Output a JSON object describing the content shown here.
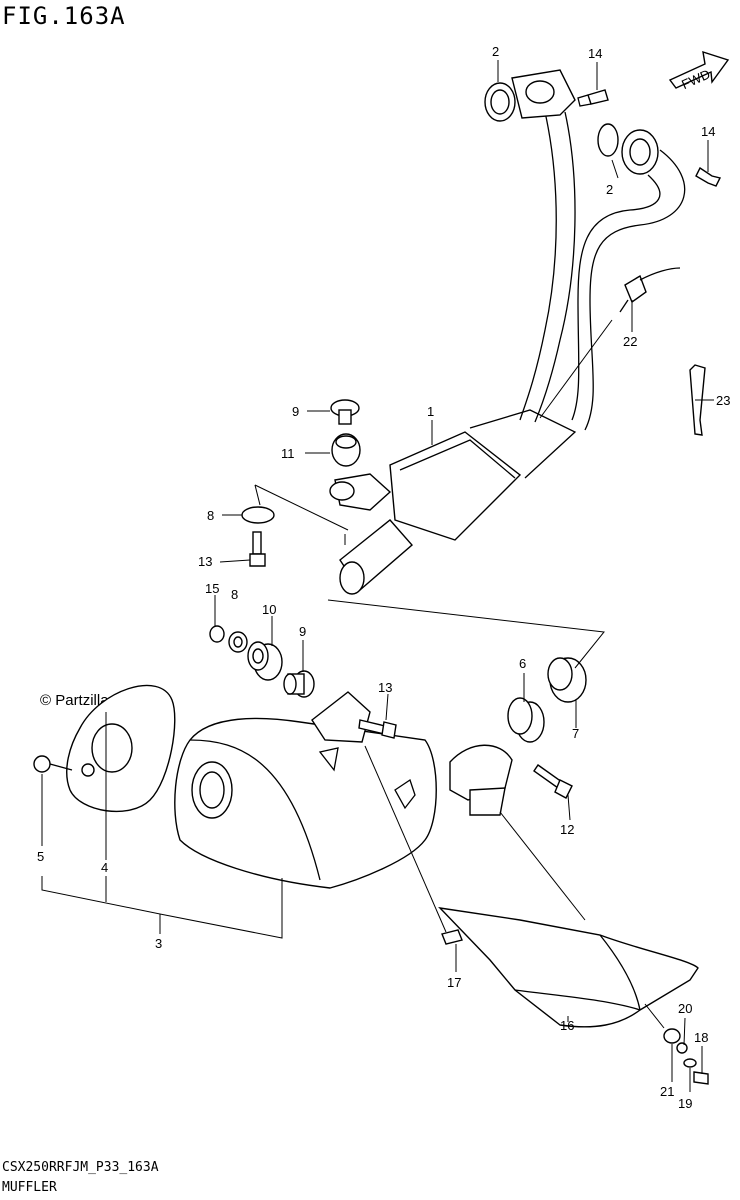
{
  "figure_title": "FIG.163A",
  "watermark": "© Partzilla.com",
  "direction_label": "FWD",
  "footer": {
    "code": "CSX250RRFJM_P33_163A",
    "name": "MUFFLER"
  },
  "callouts": {
    "c1": "1",
    "c2a": "2",
    "c2b": "2",
    "c3": "3",
    "c4": "4",
    "c5": "5",
    "c6": "6",
    "c7": "7",
    "c8a": "8",
    "c8b": "8",
    "c9a": "9",
    "c9b": "9",
    "c10": "10",
    "c11": "11",
    "c12": "12",
    "c13a": "13",
    "c13b": "13",
    "c14a": "14",
    "c14b": "14",
    "c15": "15",
    "c16": "16",
    "c17": "17",
    "c18": "18",
    "c19": "19",
    "c20": "20",
    "c21": "21",
    "c22": "22",
    "c23": "23"
  }
}
